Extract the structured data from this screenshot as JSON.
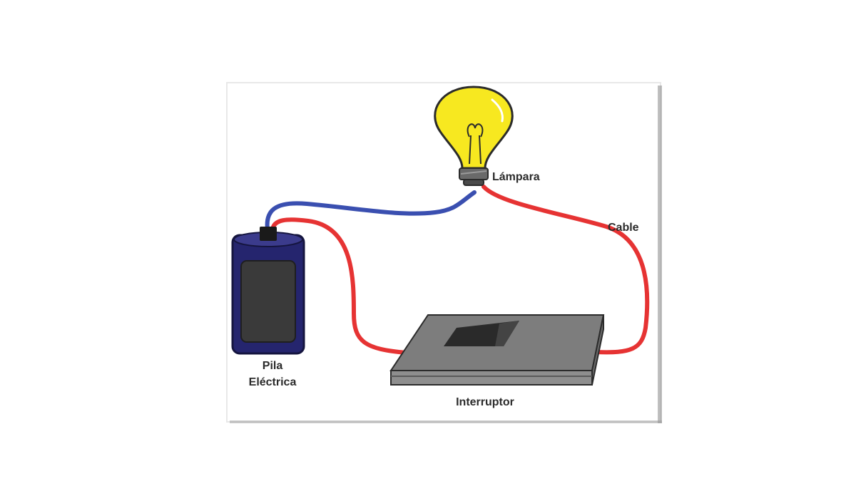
{
  "labels": {
    "lamp": "Lámpara",
    "cable": "Cable",
    "battery_line1": "Pila",
    "battery_line2": "Eléctrica",
    "switch": "Interruptor"
  },
  "colors": {
    "wire_positive": "#e63333",
    "wire_negative": "#3a4fb0",
    "bulb_glass": "#f7e820",
    "bulb_base": "#6a6a6a",
    "battery_body": "#25256e",
    "battery_panel": "#3a3a3a",
    "switch_body": "#7d7d7d",
    "switch_lever": "#2a2a2a"
  },
  "icons": {
    "lamp": "light-bulb-icon",
    "battery": "battery-icon",
    "switch": "toggle-switch-icon"
  }
}
